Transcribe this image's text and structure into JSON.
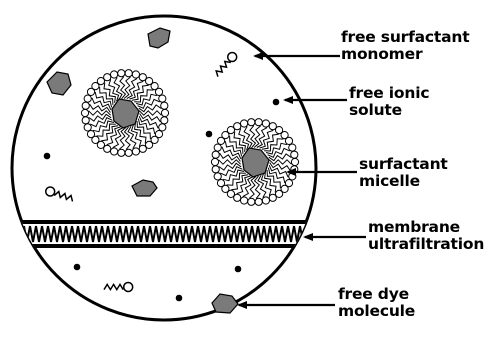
{
  "labels": {
    "monomer": {
      "line1": "free surfactant",
      "line2": "monomer"
    },
    "ionic": {
      "line1": "free ionic",
      "line2": "solute"
    },
    "micelle": {
      "line1": "surfactant",
      "line2": "micelle"
    },
    "membrane": {
      "line1": "membrane",
      "line2": "ultrafiltration"
    },
    "dye": {
      "line1": "free dye",
      "line2": "molecule"
    }
  },
  "colors": {
    "ink": "#000000",
    "dye_fill": "#7a7a7a",
    "background": "#ffffff"
  }
}
